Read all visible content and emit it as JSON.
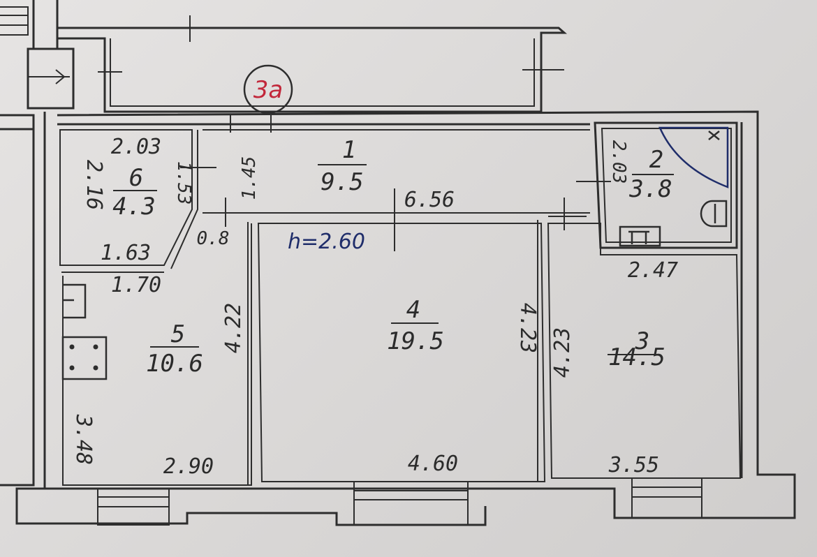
{
  "rooms": [
    {
      "number": "1",
      "area": "9.5"
    },
    {
      "number": "2",
      "area": "3.8"
    },
    {
      "number": "3",
      "area": "14.5"
    },
    {
      "number": "4",
      "area": "19.5"
    },
    {
      "number": "5",
      "area": "10.6"
    },
    {
      "number": "6",
      "area": "4.3"
    }
  ],
  "dimensions": {
    "d_2_03_room6": "2.03",
    "d_2_16": "2.16",
    "d_1_53": "1.53",
    "d_1_63": "1.63",
    "d_1_70": "1.70",
    "d_1_45": "1.45",
    "d_6_56": "6.56",
    "d_0_8": "0.8",
    "d_2_03_bath": "2.03",
    "d_2_47": "2.47",
    "d_4_22": "4.22",
    "d_4_23_a": "4.23",
    "d_4_23_b": "4.23",
    "d_3_48": "3.48",
    "d_2_90": "2.90",
    "d_4_60": "4.60",
    "d_3_55": "3.55"
  },
  "ceiling_height": "h=2.60",
  "unit_mark": "3a",
  "colors": {
    "ink": "#2d2d2d",
    "blue_pen": "#1f2d6a",
    "red_pen": "#c2273a",
    "paper": "#e3e1e0"
  }
}
